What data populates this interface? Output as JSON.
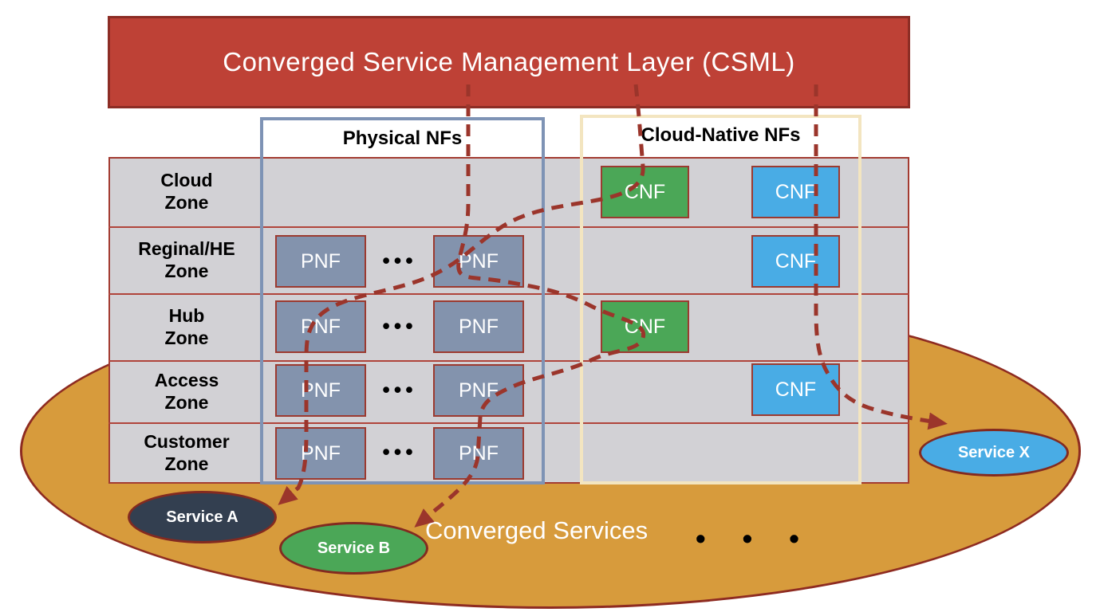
{
  "title": {
    "banner": "Converged Service Management Layer (CSML)"
  },
  "groups": {
    "physical": "Physical NFs",
    "cloud_native": "Cloud-Native NFs"
  },
  "zones": [
    {
      "id": "cloud",
      "line1": "Cloud",
      "line2": "Zone"
    },
    {
      "id": "reginal",
      "line1": "Reginal/HE",
      "line2": "Zone"
    },
    {
      "id": "hub",
      "line1": "Hub",
      "line2": "Zone"
    },
    {
      "id": "access",
      "line1": "Access",
      "line2": "Zone"
    },
    {
      "id": "customer",
      "line1": "Customer",
      "line2": "Zone"
    }
  ],
  "nf": {
    "pnf_label": "PNF",
    "cnf_label": "CNF",
    "ellipsis": "•••",
    "pnf_rows": [
      "reginal",
      "hub",
      "access",
      "customer"
    ],
    "cnf_placement": [
      {
        "zone": "cloud",
        "column": "left",
        "color": "green"
      },
      {
        "zone": "cloud",
        "column": "right",
        "color": "blue"
      },
      {
        "zone": "reginal",
        "column": "right",
        "color": "blue"
      },
      {
        "zone": "hub",
        "column": "left",
        "color": "green"
      },
      {
        "zone": "access",
        "column": "right",
        "color": "blue"
      }
    ]
  },
  "services": {
    "heading": "Converged Services",
    "ellipsis": "•  •  •",
    "items": [
      {
        "name": "Service A",
        "color": "#333F50"
      },
      {
        "name": "Service B",
        "color": "#4BA757"
      },
      {
        "name": "Service X",
        "color": "#49ACE5"
      }
    ]
  },
  "colors": {
    "banner_red": "#BE4136",
    "banner_border": "#8C2D25",
    "table_gray": "#D2D1D5",
    "grid_red": "#A33B31",
    "pnf_fill": "#8393AD",
    "nf_border": "#9C3A30",
    "physical_frame_blue": "#7E93B5",
    "cloud_native_frame_cream": "#F3E5C0",
    "cnf_green": "#4BA757",
    "cnf_blue": "#49ACE5",
    "services_ellipse_orange": "#D79B3C",
    "ellipse_border": "#8E2B21",
    "dashed_chain": "#9B352B",
    "text_white": "#FFFFFF",
    "text_black": "#000000"
  }
}
